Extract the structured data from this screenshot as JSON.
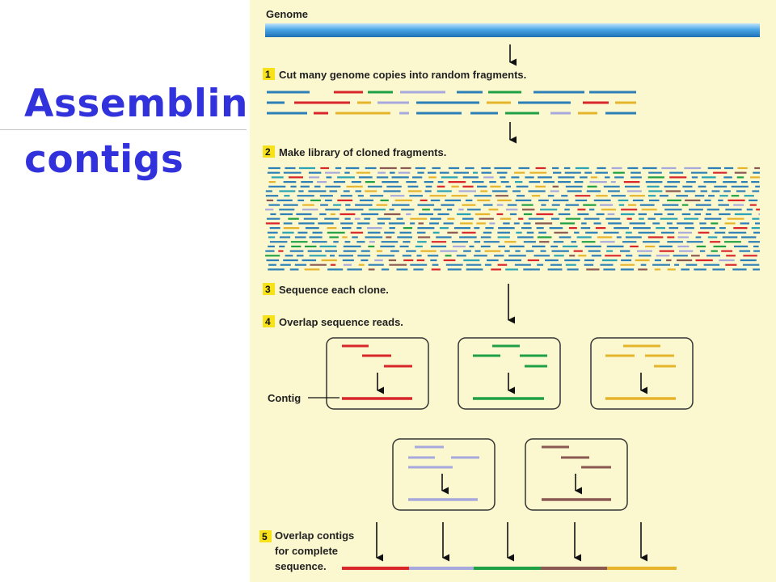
{
  "slide": {
    "title_line1": "Assembling",
    "title_line2": "contigs"
  },
  "figure": {
    "genome_label": "Genome",
    "steps": [
      {
        "number": "1",
        "text": "Cut many genome copies into random fragments."
      },
      {
        "number": "2",
        "text": "Make library of cloned fragments."
      },
      {
        "number": "3",
        "text": "Sequence each clone."
      },
      {
        "number": "4",
        "text": "Overlap sequence reads."
      },
      {
        "number": "5",
        "text_lines": [
          "Overlap contigs",
          "for complete",
          "sequence."
        ]
      }
    ],
    "contig_label": "Contig",
    "colors": {
      "background": "#fbf7cf",
      "genome_bar": "#2e8fd4",
      "step_badge": "#f7e21a",
      "fragment_red": "#d8262b",
      "fragment_green": "#1fa045",
      "fragment_yellow": "#e6b42a",
      "fragment_lavender": "#a7a9dc",
      "fragment_brown": "#8a5a52",
      "fragment_blue": "#2d7fb8",
      "fragment_teal": "#2aa4b4"
    }
  }
}
